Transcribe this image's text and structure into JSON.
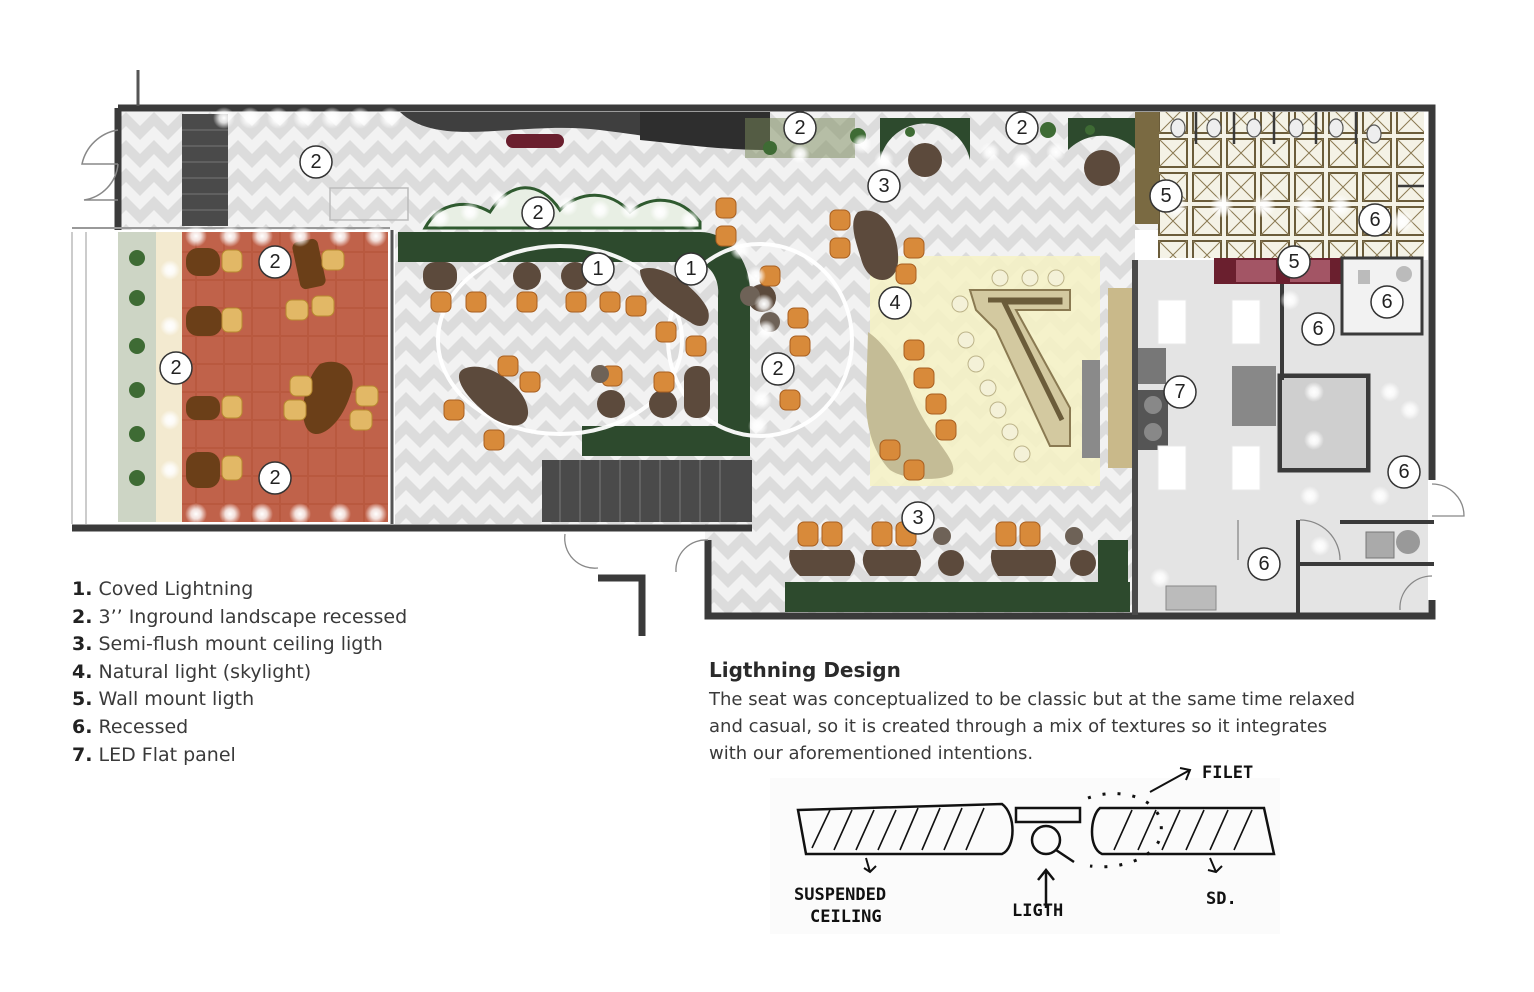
{
  "legend": [
    {
      "num": "1.",
      "label": "Coved Lightning"
    },
    {
      "num": "2.",
      "label": "3’’ Inground landscape recessed"
    },
    {
      "num": "3.",
      "label": "Semi-flush mount ceiling ligth"
    },
    {
      "num": "4.",
      "label": "Natural light (skylight)"
    },
    {
      "num": "5.",
      "label": "Wall mount ligth"
    },
    {
      "num": "6.",
      "label": "Recessed"
    },
    {
      "num": "7.",
      "label": "LED Flat panel"
    }
  ],
  "description": {
    "title": "Ligthning Design",
    "text": "The seat was conceptualized to be classic but at the same time relaxed and casual, so it is created through a mix of textures so it integrates with our aforementioned intentions."
  },
  "sketch": {
    "label_filet": "FILET",
    "label_suspended_1": "SUSPENDED",
    "label_suspended_2": "CEILING",
    "label_ligth": "LIGTH",
    "label_sd": "SD."
  },
  "markers": {
    "m1a": "1",
    "m1b": "1",
    "m2a": "2",
    "m2b": "2",
    "m2c": "2",
    "m2d": "2",
    "m2e": "2",
    "m2f": "2",
    "m2g": "2",
    "m2h": "2",
    "m3a": "3",
    "m3b": "3",
    "m4": "4",
    "m5a": "5",
    "m5b": "5",
    "m6a": "6",
    "m6b": "6",
    "m6c": "6",
    "m6d": "6",
    "m6e": "6",
    "m7": "7"
  },
  "colors": {
    "wall": "#3a3a3a",
    "terracotta": "#b5583e",
    "herringbone": "#e9e9e9",
    "banquette": "#2d4a2d",
    "table": "#5c4a3c",
    "chair": "#d88a3a",
    "skylight": "#f7f3c8",
    "kitchen": "#e6e6e6"
  }
}
